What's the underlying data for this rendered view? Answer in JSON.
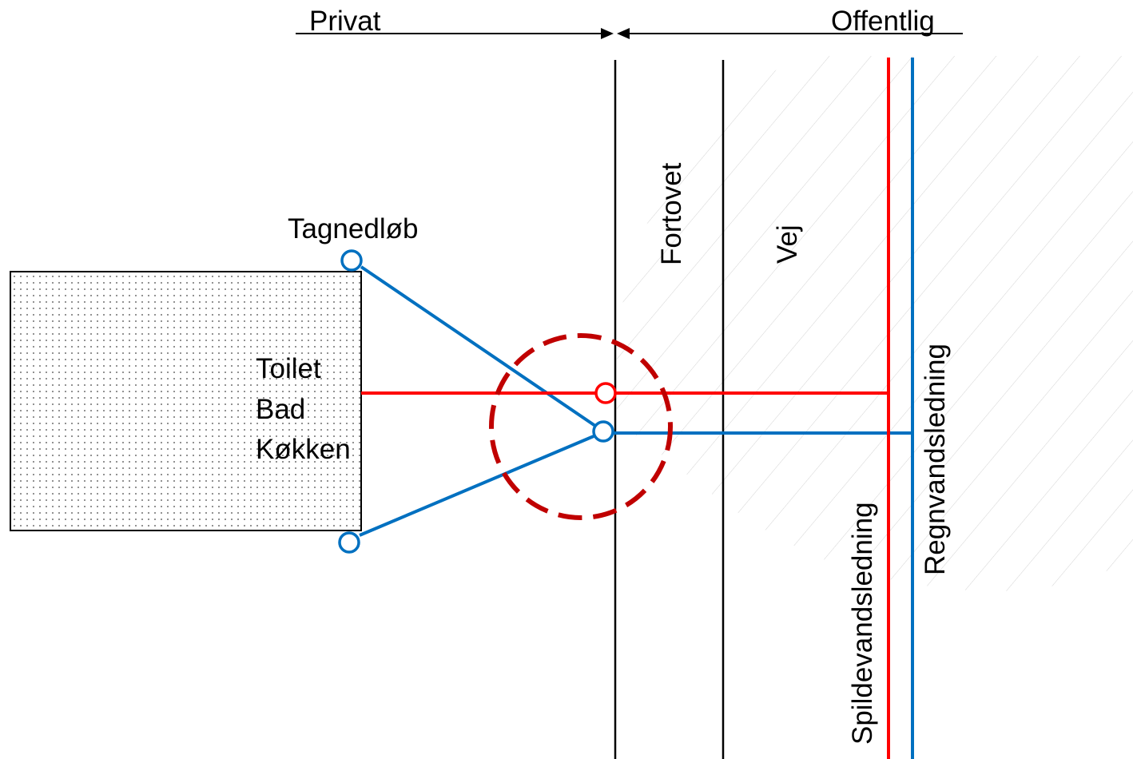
{
  "header": {
    "left_label": "Privat",
    "right_label": "Offentlig"
  },
  "zones": {
    "sidewalk_label": "Fortovet",
    "road_label": "Vej"
  },
  "building": {
    "rooms": [
      "Toilet",
      "Bad",
      "Køkken"
    ]
  },
  "downpipe_label": "Tagnedløb",
  "mains": {
    "wastewater_label": "Spildevandsledning",
    "stormwater_label": "Regnvandsledning"
  },
  "colors": {
    "wastewater": "#ff0000",
    "stormwater": "#0070c0",
    "highlight_circle": "#c00000",
    "line": "#000000"
  }
}
